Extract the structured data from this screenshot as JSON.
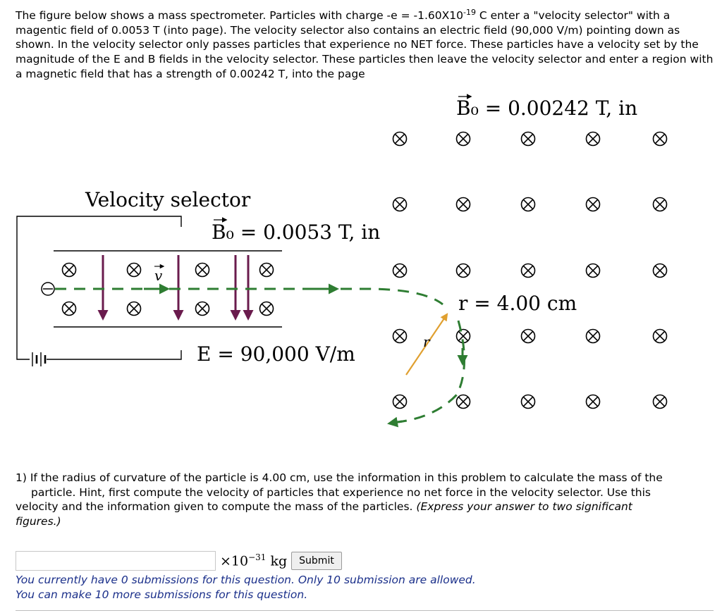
{
  "problem": {
    "intro_pre": "The figure below shows a mass spectrometer. Particles with charge -e = -1.60X10",
    "intro_exp": "-19",
    "intro_post": " C enter a \"velocity selector\" with a magentic field of 0.0053 T (into page). The velocity selector also contains an electric field (90,000 V/m) pointing down as shown. In the velocity selector only passes particles that experience no NET force. These particles have a velocity set by the magnitude of the E and B fields in the velocity selector. These particles then leave the velocity selector and enter a region with a magnetic field that has a strength of 0.00242 T, into the page"
  },
  "figure": {
    "b0_region_label": "B₀ = 0.00242 T, in",
    "selector_title": "Velocity selector",
    "selector_b_label": "B₀ = 0.0053 T, in",
    "e_field_label": "E = 90,000 V/m",
    "radius_label": "r = 4.00 cm",
    "r_symbol": "r",
    "v_symbol": "v",
    "colors": {
      "e_field": "#6a1b4d",
      "path": "#2e7d32",
      "radius": "#e0a030"
    },
    "icons": [
      "field-into-page-icon",
      "battery-icon",
      "charge-negative-icon",
      "velocity-arrow-icon"
    ]
  },
  "question": {
    "line1": "1) If the radius of curvature of the particle is 4.00 cm, use the information in this problem to calculate the mass of the",
    "line2": "particle. Hint, first compute the velocity of particles that experience no net force in the velocity selector. Use this",
    "line3": "velocity and the information given to compute the mass of the particles.",
    "line3_em": "(Express your answer to two significant",
    "line4_em": "figures.)"
  },
  "answer": {
    "value": "",
    "placeholder": "",
    "unit_prefix": "×10",
    "unit_exp": "−31",
    "unit_suffix": " kg",
    "submit_label": "Submit"
  },
  "status": {
    "line1": "You currently have 0 submissions for this question. Only 10 submission are allowed.",
    "line2": "You can make 10 more submissions for this question."
  }
}
